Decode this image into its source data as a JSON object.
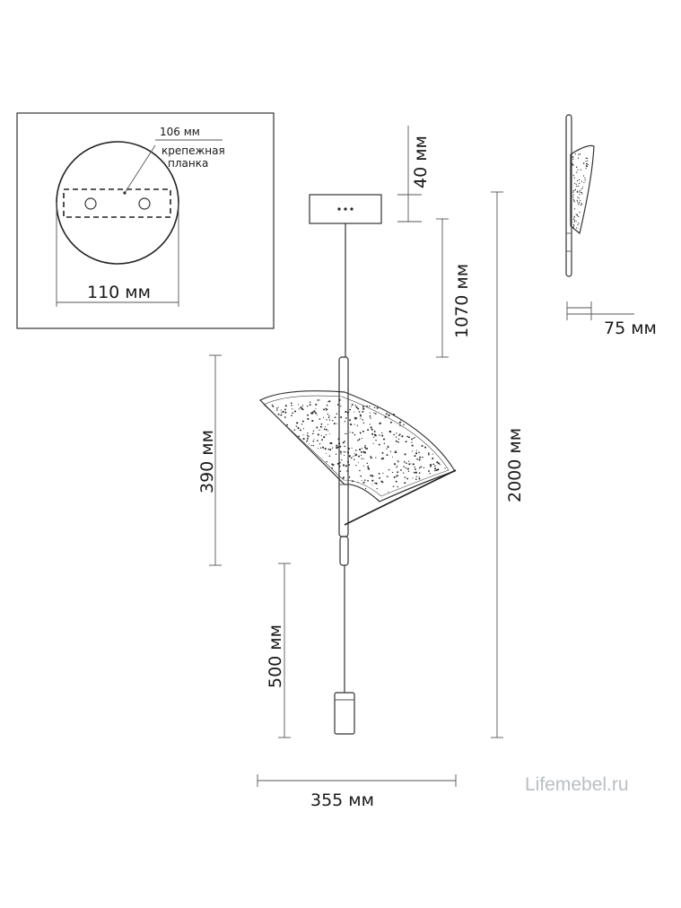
{
  "inset": {
    "label_106": "106 мм",
    "label_bracket_1": "крепежная",
    "label_bracket_2": "планка",
    "label_110": "110 мм"
  },
  "dimensions": {
    "d40": "40 мм",
    "d1070": "1070 мм",
    "d390": "390 мм",
    "d2000": "2000 мм",
    "d500": "500 мм",
    "d355": "355 мм",
    "d75": "75 мм"
  },
  "watermark": "Lifemebel.ru",
  "colors": {
    "line": "#333333",
    "watermark": "#b9bfc4"
  }
}
